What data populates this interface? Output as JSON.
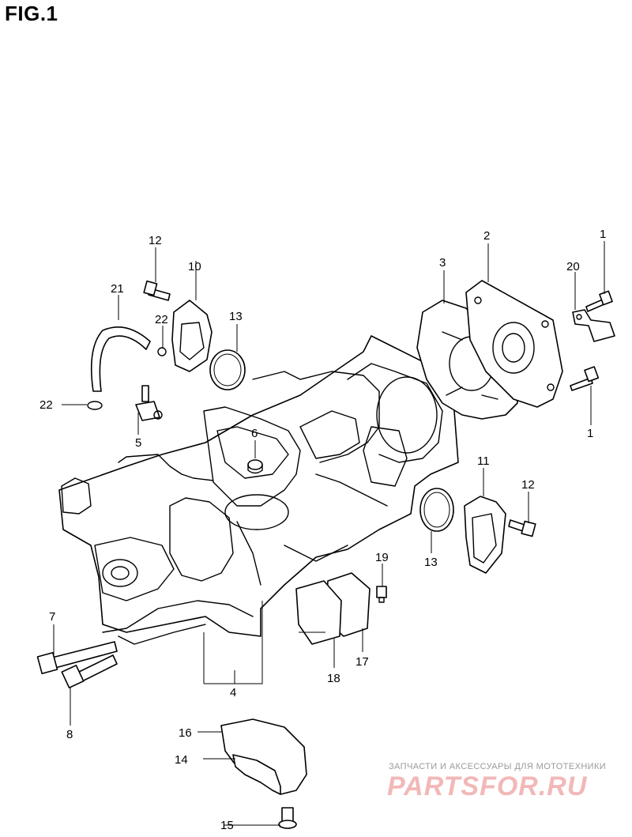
{
  "figure": {
    "title": "FIG.1"
  },
  "callouts": [
    {
      "id": "c1a",
      "text": "1"
    },
    {
      "id": "c1b",
      "text": "1"
    },
    {
      "id": "c2",
      "text": "2"
    },
    {
      "id": "c3",
      "text": "3"
    },
    {
      "id": "c4",
      "text": "4"
    },
    {
      "id": "c5",
      "text": "5"
    },
    {
      "id": "c6",
      "text": "6"
    },
    {
      "id": "c7",
      "text": "7"
    },
    {
      "id": "c8",
      "text": "8"
    },
    {
      "id": "c10",
      "text": "10"
    },
    {
      "id": "c11",
      "text": "11"
    },
    {
      "id": "c12a",
      "text": "12"
    },
    {
      "id": "c12b",
      "text": "12"
    },
    {
      "id": "c13a",
      "text": "13"
    },
    {
      "id": "c13b",
      "text": "13"
    },
    {
      "id": "c14",
      "text": "14"
    },
    {
      "id": "c15",
      "text": "15"
    },
    {
      "id": "c16",
      "text": "16"
    },
    {
      "id": "c17",
      "text": "17"
    },
    {
      "id": "c18",
      "text": "18"
    },
    {
      "id": "c19",
      "text": "19"
    },
    {
      "id": "c20",
      "text": "20"
    },
    {
      "id": "c21",
      "text": "21"
    },
    {
      "id": "c22a",
      "text": "22"
    },
    {
      "id": "c22b",
      "text": "22"
    }
  ],
  "watermark": {
    "tagline": "ЗАПЧАСТИ И АКСЕССУАРЫ ДЛЯ МОТОТЕХНИКИ",
    "brand": "PARTSFOR.RU"
  }
}
